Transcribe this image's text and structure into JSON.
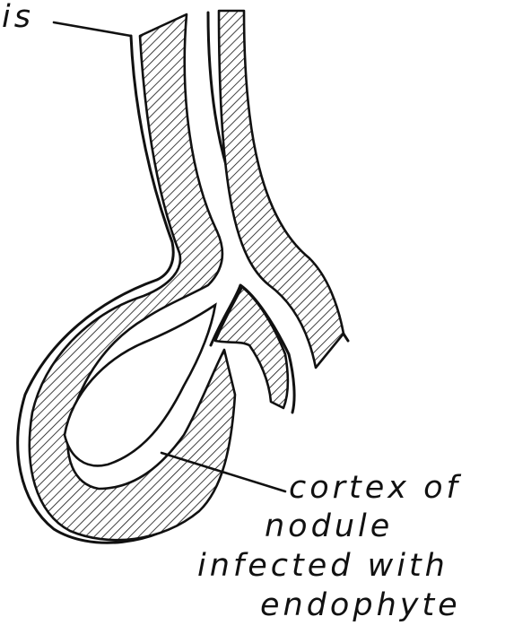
{
  "labels": {
    "top_left": "is",
    "bottom_lines": [
      "cortex of",
      "nodule",
      "infected with",
      "endophyte"
    ]
  },
  "colors": {
    "ink": "#111111",
    "paper": "#ffffff"
  }
}
